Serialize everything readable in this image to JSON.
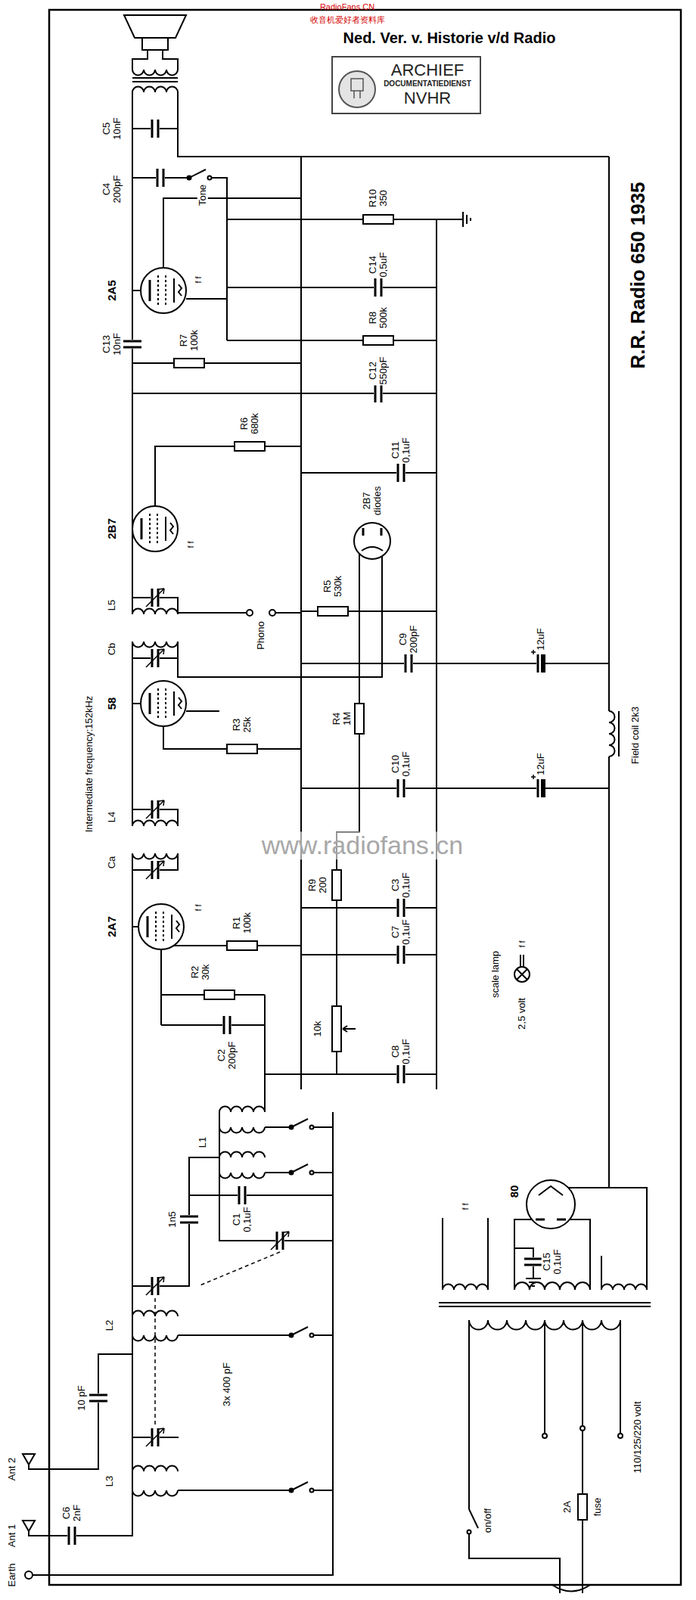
{
  "diagram": {
    "title": "R.R. Radio 650 1935",
    "nodes": [
      {
        "text": [
          "ARCHIEF",
          "DOCUMENTATIEDIENST",
          "NVHR"
        ]
      }
    ],
    "labels": [
      "Ned. Ver. v. Historie v/d Radio",
      "RadioFans.CN",
      "收音机爱好者资料库",
      "www.radiofans.cn",
      "C5 10nF",
      "C4 200pF",
      "Tone",
      "2A5",
      "f f",
      "R10 350",
      "C14 0,5uF",
      "R8 500k",
      "C13 10nF",
      "R7 100k",
      "C12 550pF",
      "R6 680k",
      "C11 0,1uF",
      "2B7",
      "f f",
      "2B7 diodes",
      "L5",
      "Cb",
      "Phono",
      "R5 530k",
      "C9 200pF",
      "12uF",
      "58",
      "R4 1M",
      "R3 25k",
      "Intermediate frequency:152kHz",
      "C10 0,1uF",
      "12uF",
      "Field coil 2k3",
      "L4",
      "Ca",
      "R9 200",
      "C3 0,1uF",
      "C7 0,1uF",
      "2A7",
      "f f",
      "R1 100k",
      "R2 30k",
      "C2 200pF",
      "10k",
      "C8 0,1uF",
      "scale lamp",
      "f f",
      "2,5 volt",
      "L1",
      "1n5",
      "C1 0,1uF",
      "3x 400 pF",
      "L2",
      "10 pF",
      "L3",
      "Ant 2",
      "C6 2nF",
      "Ant 1",
      "Earth",
      "f f",
      "80",
      "C15 0,1uF",
      "2A",
      "fuse",
      "110/125/220 volt",
      "on/off"
    ]
  }
}
